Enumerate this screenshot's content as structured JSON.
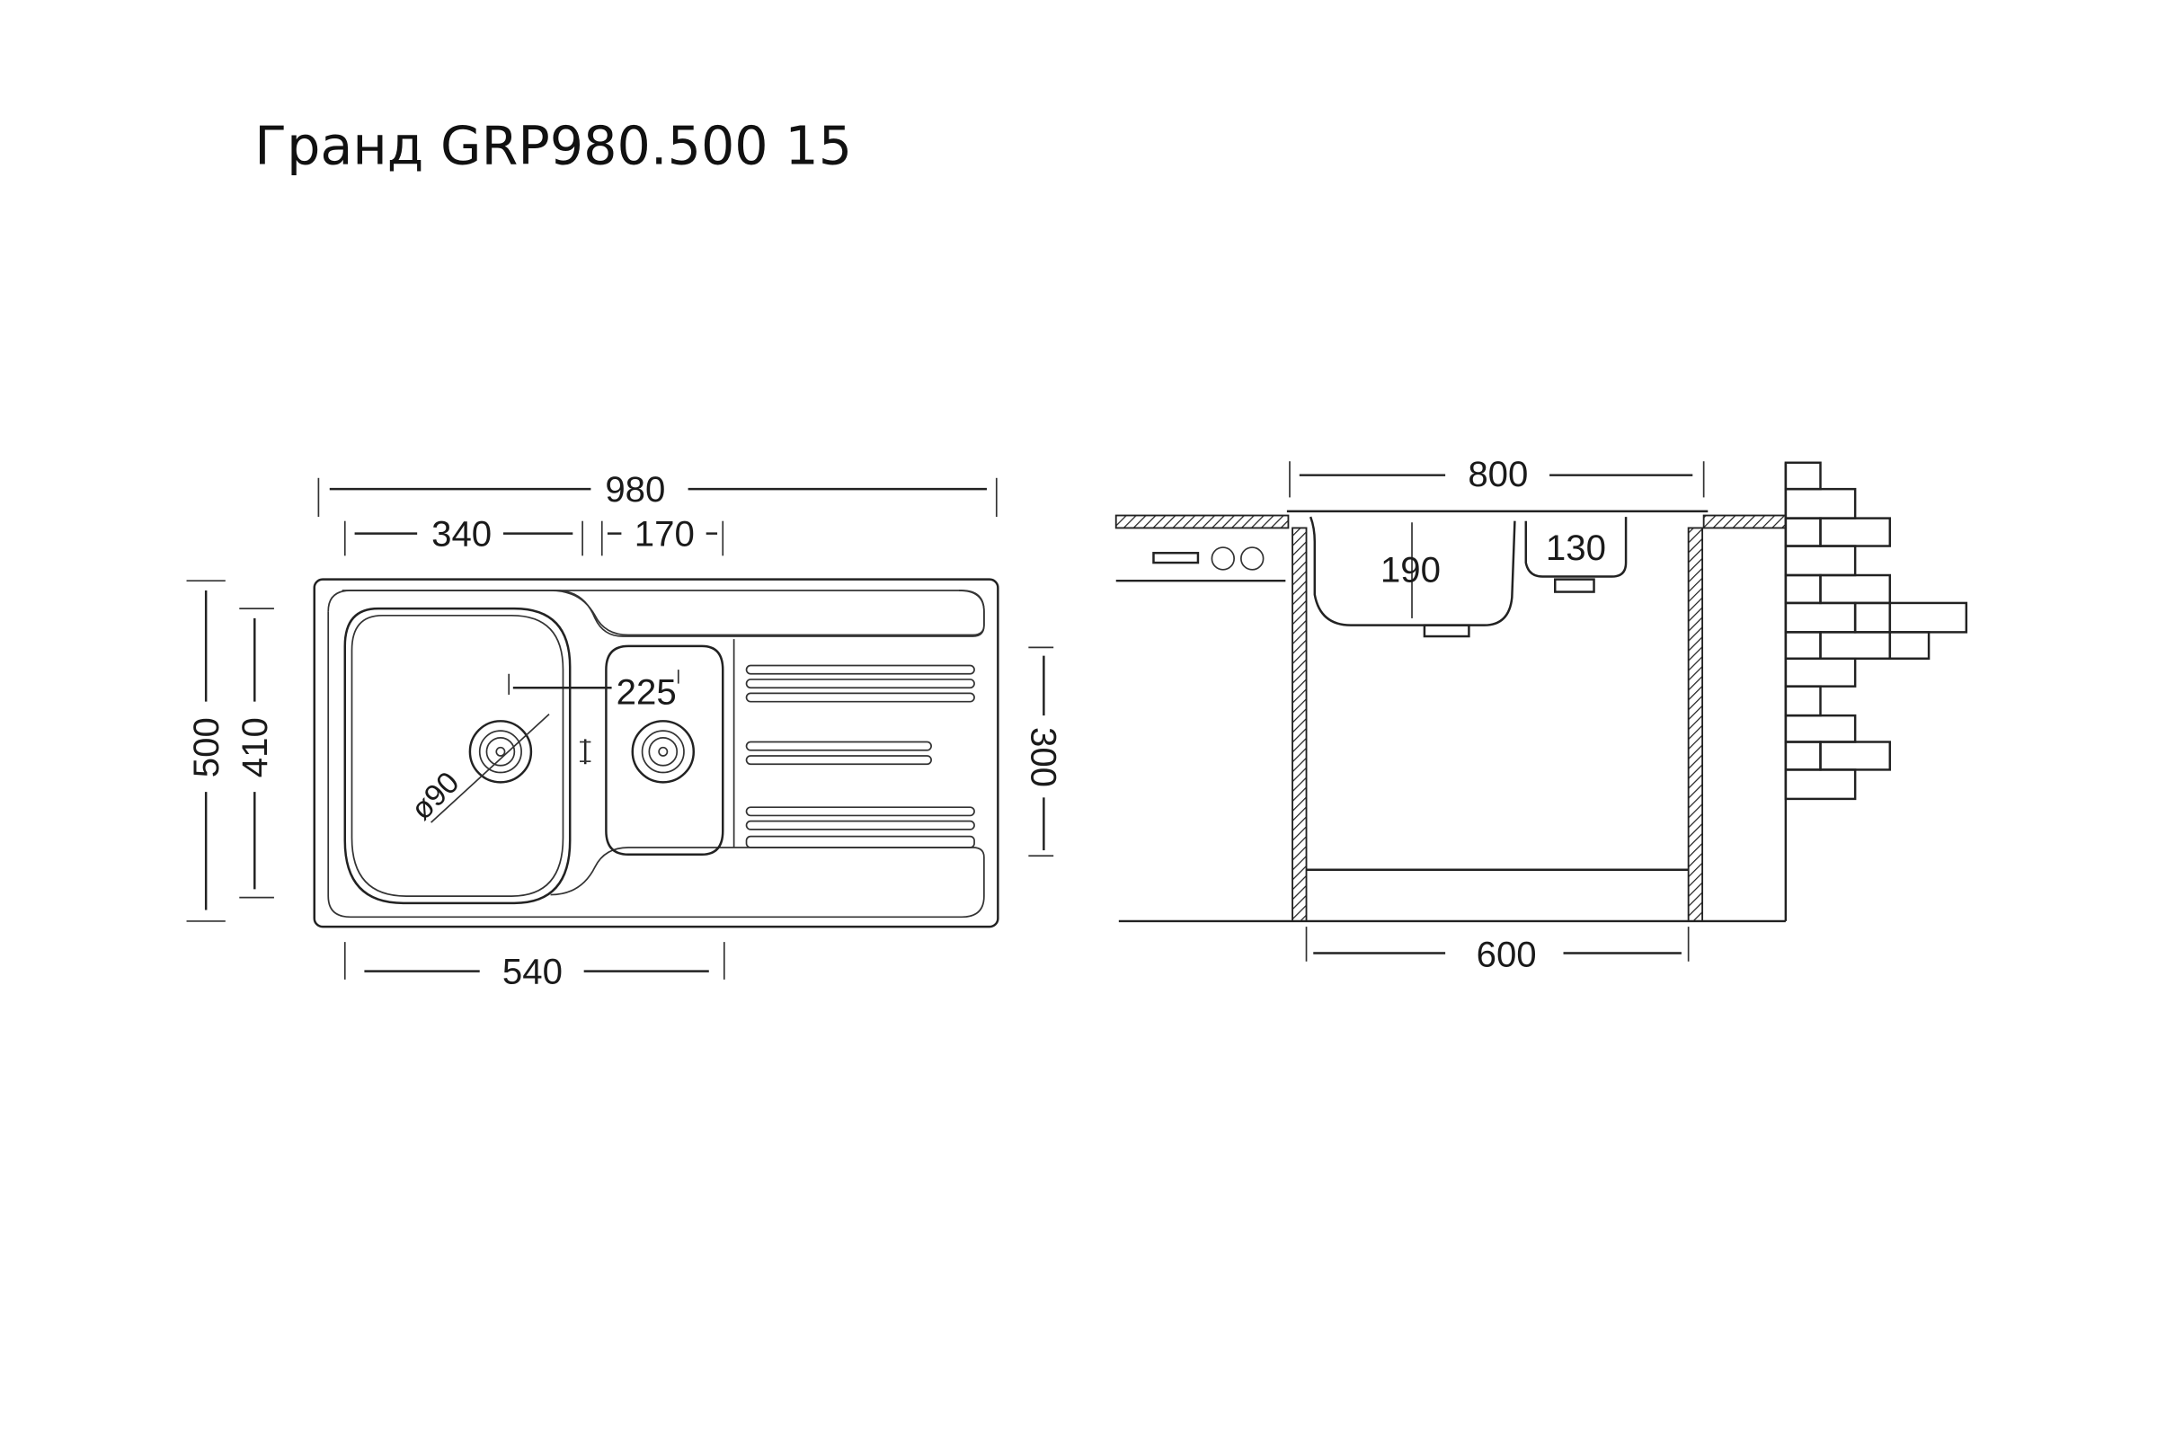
{
  "title": "Гранд GRP980.500 15",
  "top_view": {
    "overall_width": "980",
    "bowl_width": "340",
    "small_bowl_width": "170",
    "bowl_center_offset": "225",
    "drain_diameter": "ø90",
    "overall_depth": "500",
    "bowl_depth": "410",
    "small_bowl_depth": "300",
    "cabinet_min": "540"
  },
  "side_view": {
    "cutout_width": "800",
    "bowl_depth": "190",
    "small_bowl_depth": "130",
    "cabinet_width": "600"
  }
}
